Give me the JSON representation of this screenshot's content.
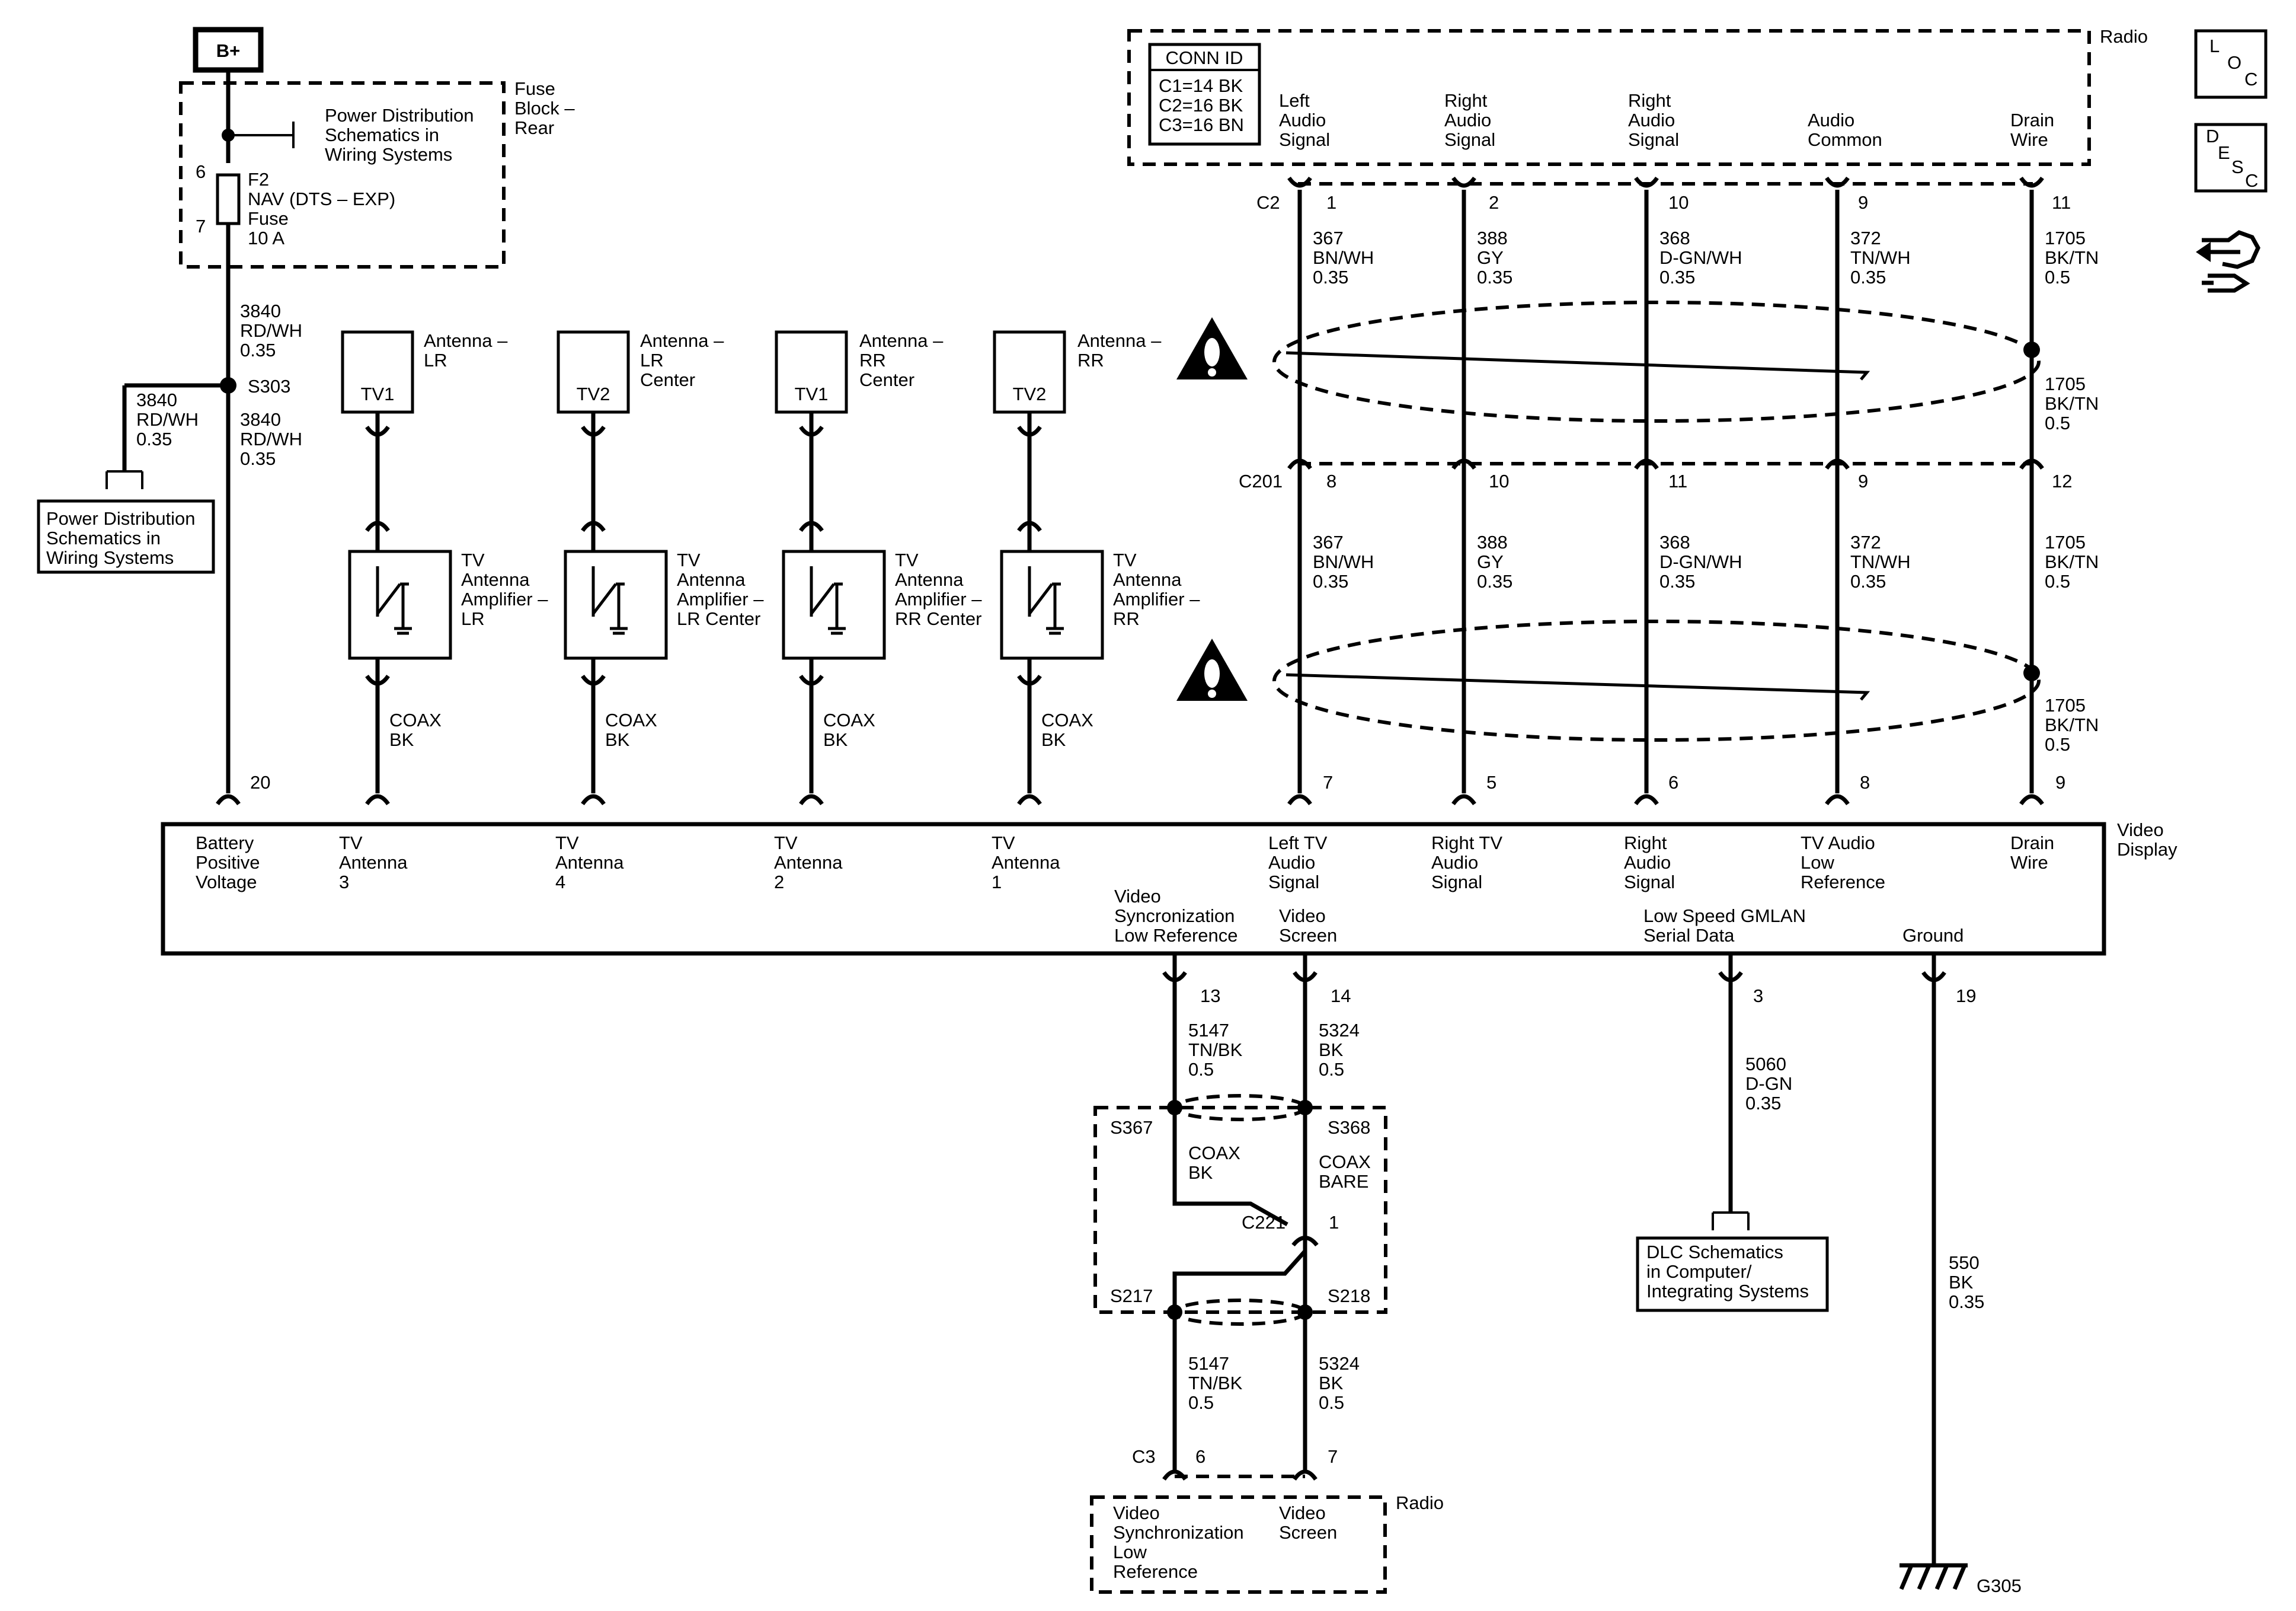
{
  "battery_symbol": "B+",
  "fuse_block": {
    "title": [
      "Fuse",
      "Block –",
      "Rear"
    ],
    "ref": [
      "Power Distribution",
      "Schematics in",
      "Wiring Systems"
    ],
    "pin_in": "6",
    "pin_out": "7",
    "fuse": [
      "F2",
      "NAV (DTS – EXP)",
      "Fuse",
      "10 A"
    ]
  },
  "battery_wire": {
    "upper": [
      "3840",
      "RD/WH",
      "0.35"
    ],
    "splice": "S303",
    "branch": [
      "3840",
      "RD/WH",
      "0.35"
    ],
    "lower": [
      "3840",
      "RD/WH",
      "0.35"
    ],
    "branch_ref": [
      "Power Distribution",
      "Schematics in",
      "Wiring Systems"
    ]
  },
  "radio_top": {
    "title": "Radio",
    "conn_id": {
      "header": "CONN ID",
      "rows": [
        "C1=14 BK",
        "C2=16 BK",
        "C3=16 BN"
      ]
    },
    "connector": "C2",
    "signals": [
      {
        "label": [
          "Left",
          "Audio",
          "Signal"
        ],
        "pin": "1"
      },
      {
        "label": [
          "Right",
          "Audio",
          "Signal"
        ],
        "pin": "2"
      },
      {
        "label": [
          "Right",
          "Audio",
          "Signal"
        ],
        "pin": "10"
      },
      {
        "label": [
          "Audio",
          "Common"
        ],
        "pin": "9"
      },
      {
        "label": [
          "Drain",
          "Wire"
        ],
        "pin": "11"
      }
    ]
  },
  "loc_icon": [
    "L",
    "O",
    "C"
  ],
  "desc_icon": [
    "D",
    "E",
    "S",
    "C"
  ],
  "wires_upper": [
    [
      "367",
      "BN/WH",
      "0.35"
    ],
    [
      "388",
      "GY",
      "0.35"
    ],
    [
      "368",
      "D-GN/WH",
      "0.35"
    ],
    [
      "372",
      "TN/WH",
      "0.35"
    ],
    [
      "1705",
      "BK/TN",
      "0.5"
    ]
  ],
  "drain_mid_1": [
    "1705",
    "BK/TN",
    "0.5"
  ],
  "c201": {
    "label": "C201",
    "pins": [
      "8",
      "10",
      "11",
      "9",
      "12"
    ]
  },
  "wires_lower": [
    [
      "367",
      "BN/WH",
      "0.35"
    ],
    [
      "388",
      "GY",
      "0.35"
    ],
    [
      "368",
      "D-GN/WH",
      "0.35"
    ],
    [
      "372",
      "TN/WH",
      "0.35"
    ],
    [
      "1705",
      "BK/TN",
      "0.5"
    ]
  ],
  "drain_mid_2": [
    "1705",
    "BK/TN",
    "0.5"
  ],
  "antennas": [
    {
      "tag": "TV1",
      "name": [
        "Antenna –",
        "LR"
      ],
      "amp": [
        "TV",
        "Antenna",
        "Amplifier –",
        "LR"
      ],
      "coax": [
        "COAX",
        "BK"
      ]
    },
    {
      "tag": "TV2",
      "name": [
        "Antenna –",
        "LR",
        "Center"
      ],
      "amp": [
        "TV",
        "Antenna",
        "Amplifier –",
        "LR Center"
      ],
      "coax": [
        "COAX",
        "BK"
      ]
    },
    {
      "tag": "TV1",
      "name": [
        "Antenna –",
        "RR",
        "Center"
      ],
      "amp": [
        "TV",
        "Antenna",
        "Amplifier –",
        "RR Center"
      ],
      "coax": [
        "COAX",
        "BK"
      ]
    },
    {
      "tag": "TV2",
      "name": [
        "Antenna –",
        "RR"
      ],
      "amp": [
        "TV",
        "Antenna",
        "Amplifier –",
        "RR"
      ],
      "coax": [
        "COAX",
        "BK"
      ]
    }
  ],
  "video_display": {
    "title": [
      "Video",
      "Display"
    ],
    "top_pins": [
      "20",
      "7",
      "5",
      "6",
      "8",
      "9"
    ],
    "labels_top": [
      [
        "Battery",
        "Positive",
        "Voltage"
      ],
      [
        "TV",
        "Antenna",
        "3"
      ],
      [
        "TV",
        "Antenna",
        "4"
      ],
      [
        "TV",
        "Antenna",
        "2"
      ],
      [
        "TV",
        "Antenna",
        "1"
      ],
      [
        "Left TV",
        "Audio",
        "Signal"
      ],
      [
        "Right TV",
        "Audio",
        "Signal"
      ],
      [
        "Right",
        "Audio",
        "Signal"
      ],
      [
        "TV Audio",
        "Low",
        "Reference"
      ],
      [
        "Drain",
        "Wire"
      ]
    ],
    "labels_bottom": [
      [
        "Video",
        "Syncronization",
        "Low Reference"
      ],
      [
        "Video",
        "Screen"
      ],
      [
        "Low Speed GMLAN",
        "Serial Data"
      ],
      [
        "Ground"
      ]
    ],
    "bottom_pins": [
      "13",
      "14",
      "3",
      "19"
    ]
  },
  "video_wires": {
    "upper_left": [
      "5147",
      "TN/BK",
      "0.5"
    ],
    "upper_right": [
      "5324",
      "BK",
      "0.5"
    ],
    "splices_top": [
      "S367",
      "S368"
    ],
    "coax_left": [
      "COAX",
      "BK"
    ],
    "coax_right": [
      "COAX",
      "BARE"
    ],
    "c221": {
      "label": "C221",
      "pin": "1"
    },
    "splices_bottom": [
      "S217",
      "S218"
    ],
    "lower_left": [
      "5147",
      "TN/BK",
      "0.5"
    ],
    "lower_right": [
      "5324",
      "BK",
      "0.5"
    ]
  },
  "gmlan_wire": [
    "5060",
    "D-GN",
    "0.35"
  ],
  "dlc_ref": [
    "DLC Schematics",
    "in Computer/",
    "Integrating Systems"
  ],
  "ground_wire": [
    "550",
    "BK",
    "0.35"
  ],
  "ground_id": "G305",
  "radio_bottom": {
    "title": "Radio",
    "connector": "C3",
    "pins": [
      "6",
      "7"
    ],
    "labels": [
      [
        "Video",
        "Synchronization",
        "Low",
        "Reference"
      ],
      [
        "Video",
        "Screen"
      ]
    ]
  }
}
